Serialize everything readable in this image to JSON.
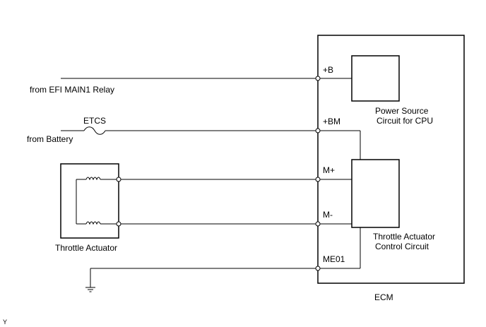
{
  "labels": {
    "from_efi_relay": "from EFI MAIN1 Relay",
    "etcs": "ETCS",
    "from_battery": "from Battery",
    "throttle_actuator": "Throttle Actuator",
    "power_source_line1": "Power Source",
    "power_source_line2": "Circuit for CPU",
    "control_circuit_line1": "Throttle Actuator",
    "control_circuit_line2": "Control Circuit",
    "ecm": "ECM",
    "corner_mark": "Y"
  },
  "pins": {
    "b": "+B",
    "bm": "+BM",
    "m_plus": "M+",
    "m_minus": "M-",
    "me01": "ME01"
  }
}
